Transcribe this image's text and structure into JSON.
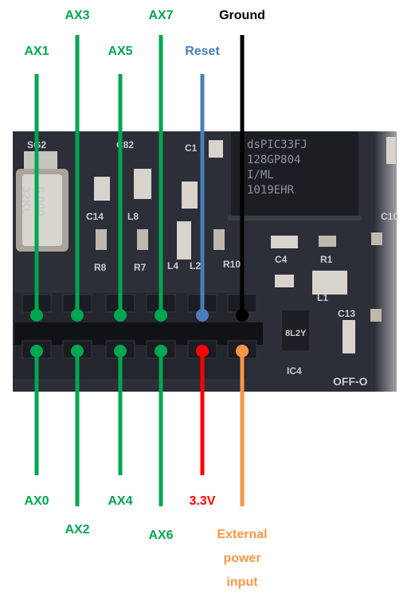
{
  "colors": {
    "green": "#00a650",
    "blue": "#4a7ebb",
    "black": "#000000",
    "red": "#ff0000",
    "orange": "#f79646",
    "board": "#2c2f38",
    "board_dark": "#1f2128"
  },
  "pins": [
    {
      "label": "AX1",
      "color": "green",
      "row": "top"
    },
    {
      "label": "AX3",
      "color": "green",
      "row": "top"
    },
    {
      "label": "AX5",
      "color": "green",
      "row": "top"
    },
    {
      "label": "AX7",
      "color": "green",
      "row": "top"
    },
    {
      "label": "Reset",
      "color": "blue",
      "row": "top"
    },
    {
      "label": "Ground",
      "color": "black",
      "row": "top"
    },
    {
      "label": "AX0",
      "color": "green",
      "row": "bottom"
    },
    {
      "label": "AX2",
      "color": "green",
      "row": "bottom"
    },
    {
      "label": "AX4",
      "color": "green",
      "row": "bottom"
    },
    {
      "label": "AX6",
      "color": "green",
      "row": "bottom"
    },
    {
      "label": "3.3V",
      "color": "red",
      "row": "bottom"
    },
    {
      "label": "External power input",
      "label_lines": [
        "External",
        "power",
        "input"
      ],
      "color": "orange",
      "row": "bottom"
    }
  ],
  "board": {
    "chip_text": [
      "dsPIC33FJ",
      "128GP804",
      "I/ML",
      "1019EHR"
    ],
    "silk_labels": [
      "SG2",
      "C82",
      "C1",
      "C14",
      "L8",
      "R10",
      "R7",
      "L4",
      "C4",
      "R1",
      "C10",
      "C13",
      "L1",
      "IC4",
      "R8",
      "L2",
      "OFF-O"
    ],
    "crystal_text": "8.000\n32KL"
  }
}
